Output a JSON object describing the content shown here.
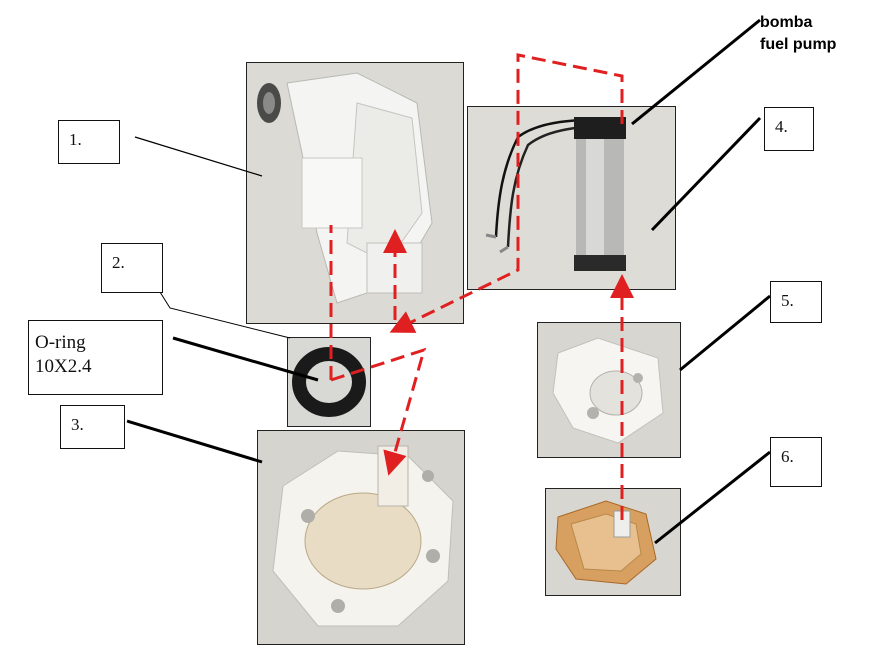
{
  "labels": {
    "part1": "1.",
    "part2": "2.",
    "part3": "3.",
    "part4": "4.",
    "part5": "5.",
    "part6": "6.",
    "oring_line1": "O-ring",
    "oring_line2": "10X2.4",
    "pump_es": "bomba",
    "pump_en": "fuel pump"
  },
  "colors": {
    "dashed_arrow": "#e02020",
    "leader_line": "#000000"
  },
  "icons": [
    "pump-housing-photo",
    "o-ring-photo",
    "base-plate-photo",
    "fuel-pump-photo",
    "pump-bracket-photo",
    "strainer-filter-photo"
  ]
}
